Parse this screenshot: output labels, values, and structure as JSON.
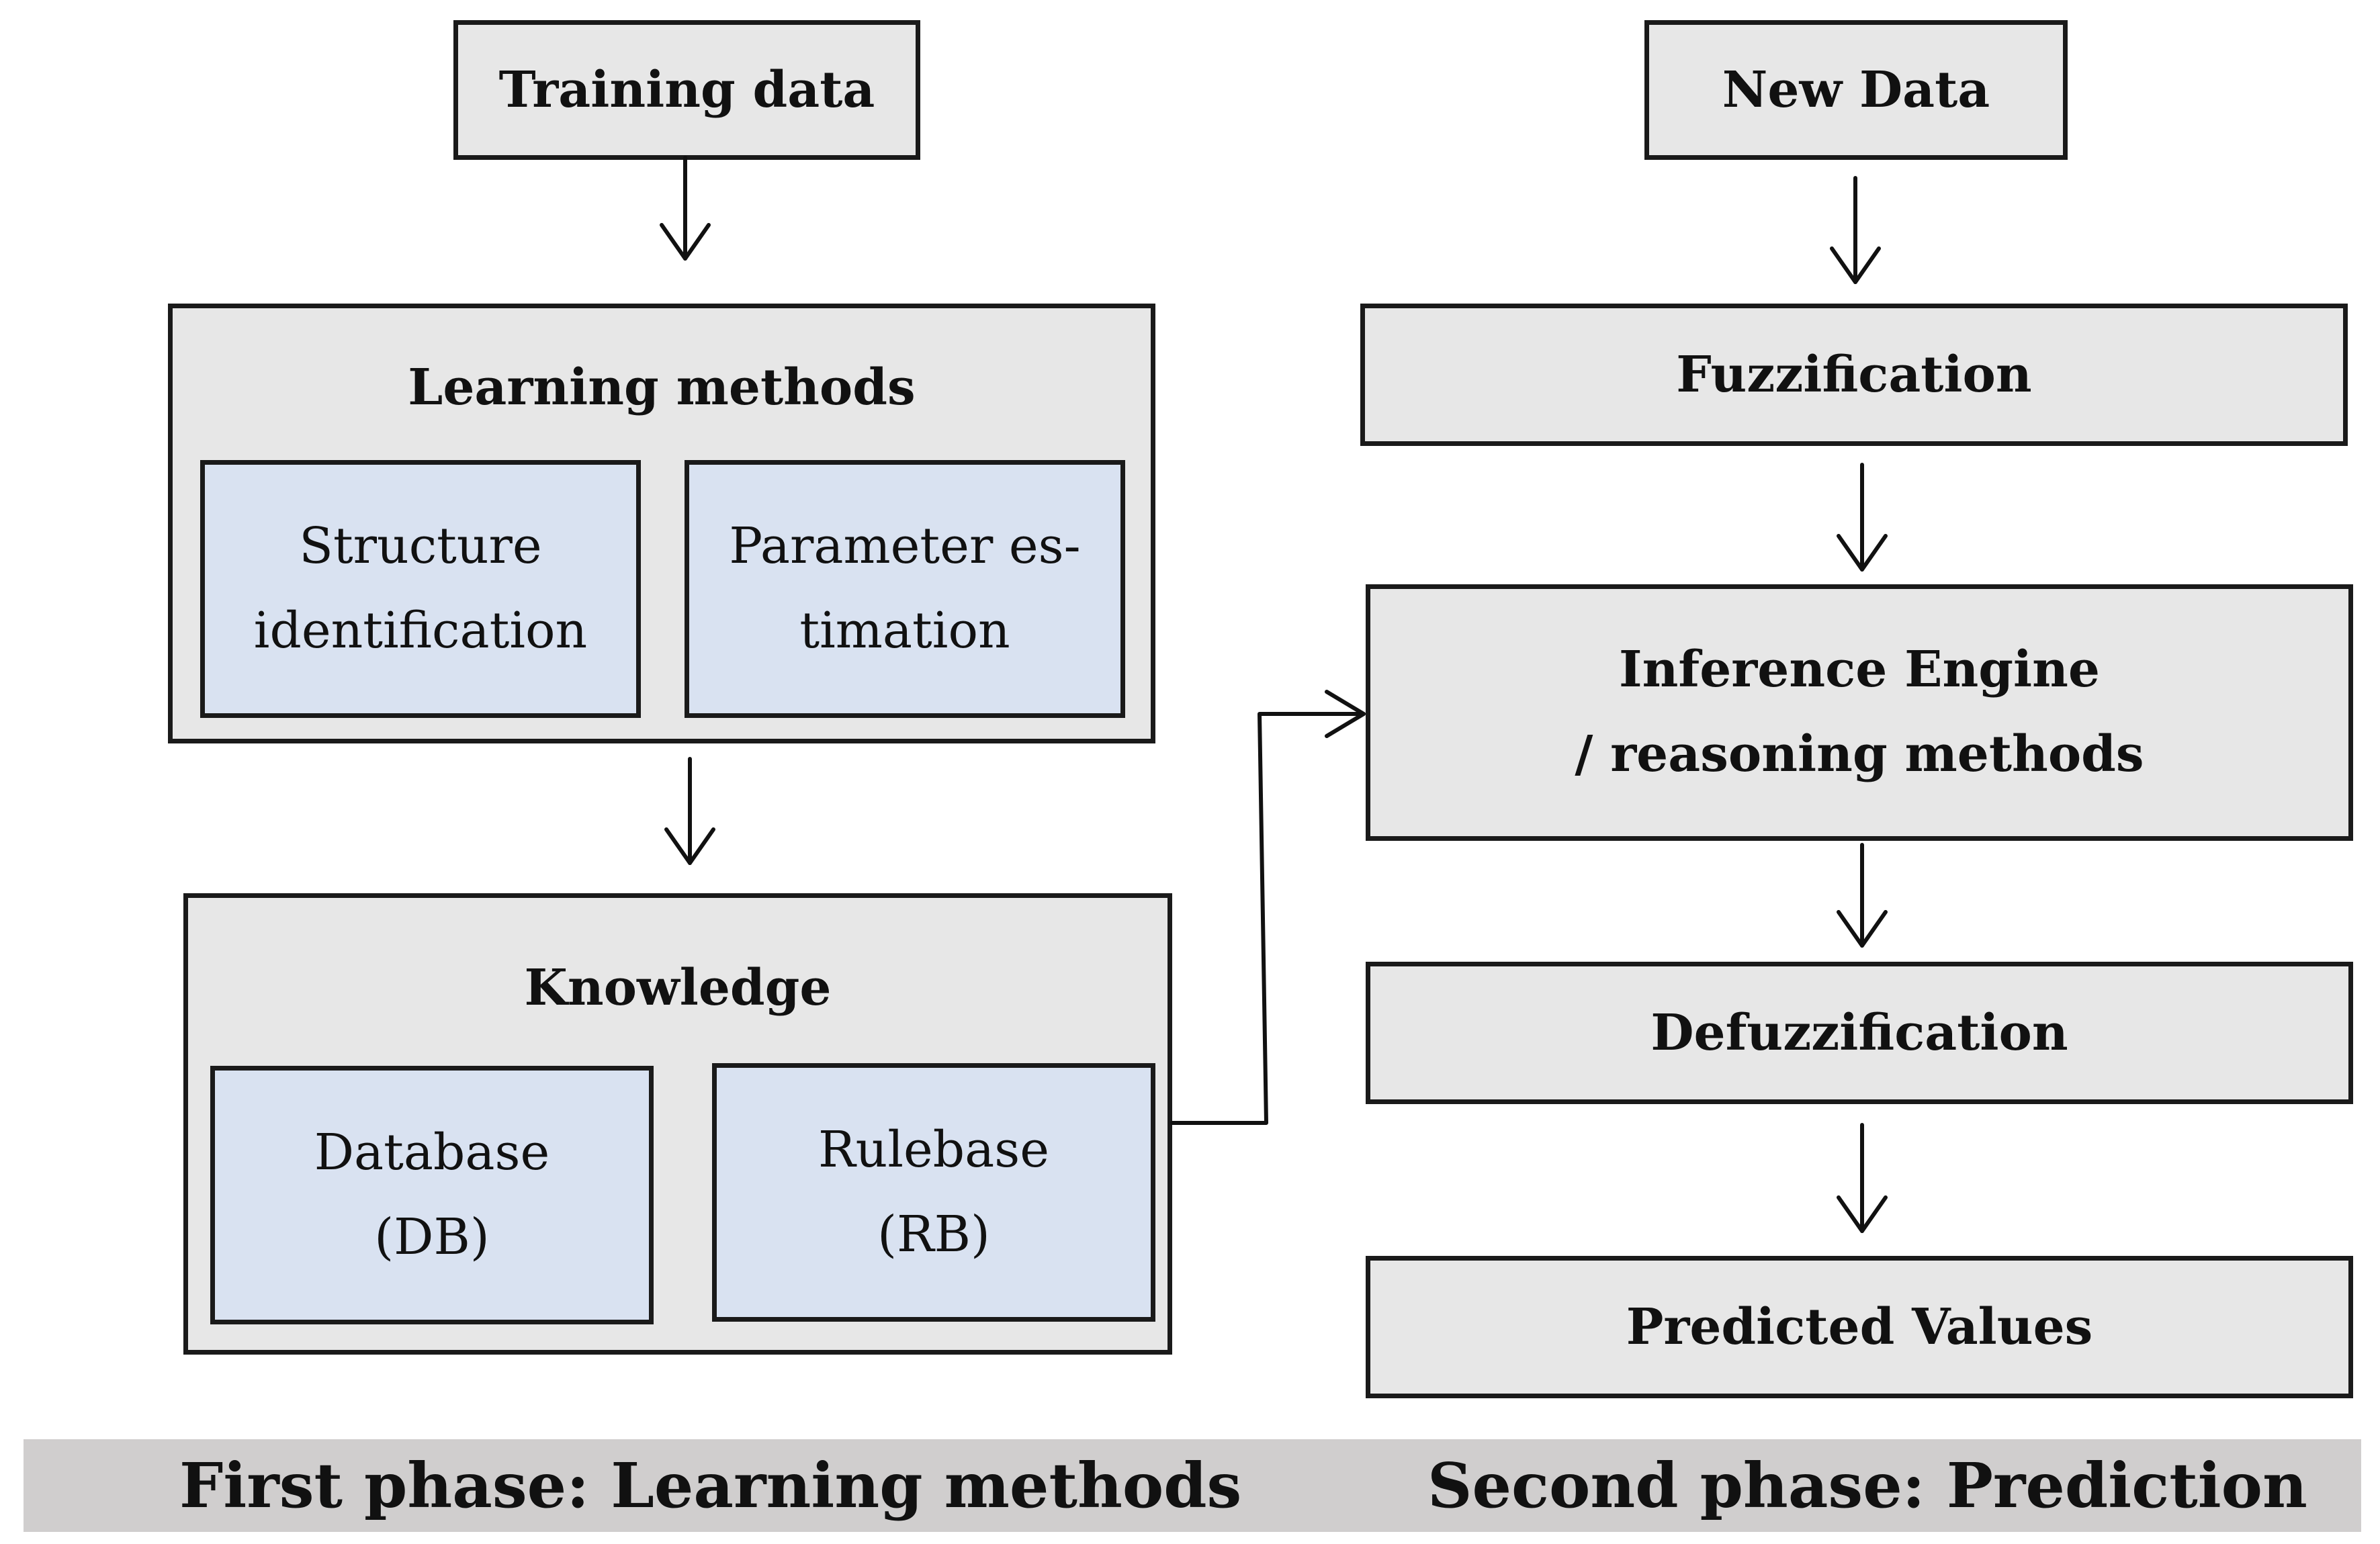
{
  "left": {
    "training_data": "Training data",
    "learning_methods": {
      "title": "Learning methods",
      "structure": [
        "Structure",
        "identification"
      ],
      "parameter": [
        "Parameter es-",
        "timation"
      ]
    },
    "knowledge": {
      "title": "Knowledge",
      "database": [
        "Database",
        "(DB)"
      ],
      "rulebase": [
        "Rulebase",
        "(RB)"
      ]
    }
  },
  "right": {
    "new_data": "New Data",
    "fuzzification": "Fuzzification",
    "inference": [
      "Inference Engine",
      "/ reasoning methods"
    ],
    "defuzzification": "Defuzzification",
    "predicted": "Predicted Values"
  },
  "footer": {
    "first_phase": "First phase: Learning methods",
    "second_phase": "Second phase: Prediction"
  }
}
